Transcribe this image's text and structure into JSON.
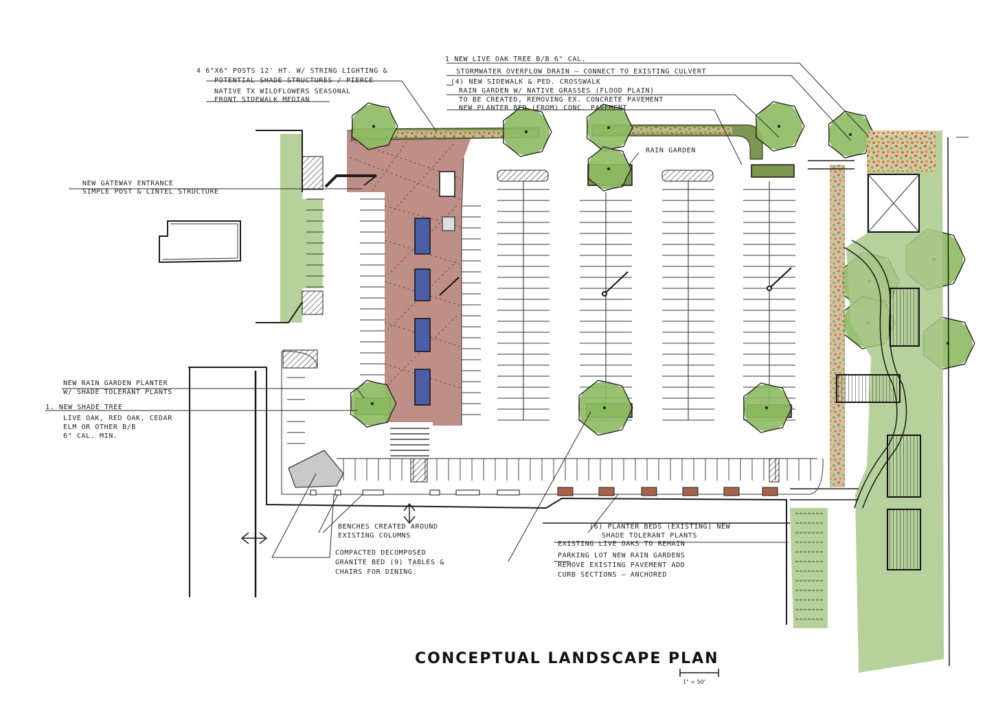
{
  "title": "Conceptual Landscape Plan",
  "scale_label": "1\" = 50'",
  "colors": {
    "plaza": "#b9867c",
    "lawn": "#9ec27a",
    "tree": "#8dbb62",
    "planter": "#7d9651",
    "bench": "#4a5ea8",
    "brick": "#a7624a",
    "ink": "#1a1a1a"
  },
  "notes": {
    "live_oak": "1  New live oak tree B/B 6\" cal.",
    "stormwater": "Stormwater overflow drain — connect to existing culvert",
    "sidewalk": "(4) New sidewalk & ped. crosswalk",
    "rain_garden_native": "Rain garden w/ native grasses (flood plain)",
    "rain_garden_native_2": "to be created, removing ex. concrete pavement",
    "planter_bed": "New planter bed (from) conc. pavement",
    "posts": "4  6\"x6\" posts 12' ht. w/ string lighting &",
    "posts_2": "potential shade structures / pierce",
    "wildflowers": "Native TX wildflowers seasonal",
    "wildflowers_2": "front sidewalk median",
    "gateway": "New gateway entrance",
    "gateway_2": "simple post & lintel structure",
    "rain_garden_label": "Rain garden",
    "rain_garden_planter": "New rain garden planter",
    "rain_garden_planter_2": "w/ shade tolerant plants",
    "shade_tree": "1.  New shade tree",
    "shade_tree_2": "Live oak, red oak, cedar",
    "shade_tree_3": "elm or other  B/B",
    "shade_tree_4": "6\" cal. min.",
    "benches": "Benches created around",
    "benches_2": "existing columns",
    "granite": "Compacted decomposed",
    "granite_2": "granite bed (9) tables &",
    "granite_3": "chairs for dining.",
    "planter_beds": "(6) Planter beds (existing) new",
    "planter_beds_2": "shade tolerant plants",
    "existing_live_oaks": "Existing live oaks to remain",
    "parking_rain": "Parking lot new rain gardens",
    "parking_rain_2": "remove existing pavement add",
    "parking_rain_3": "curb sections — anchored"
  }
}
